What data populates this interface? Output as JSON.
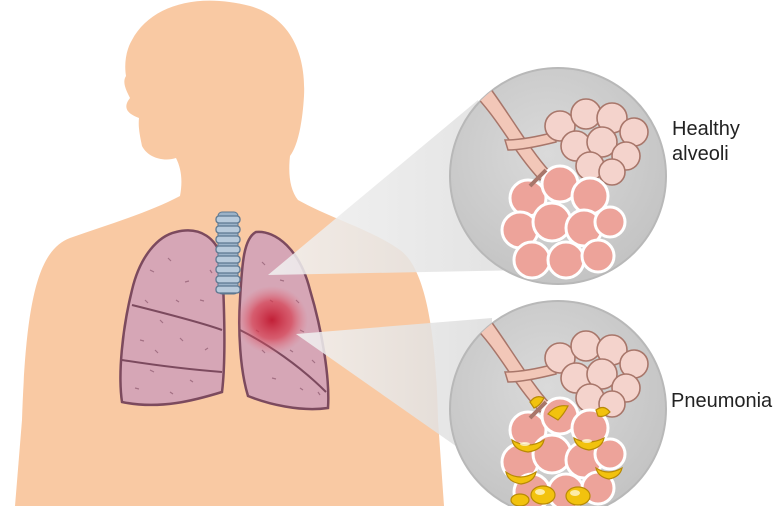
{
  "labels": {
    "healthy_line1": "Healthy",
    "healthy_line2": "alveoli",
    "pneumonia": "Pneumonia"
  },
  "colors": {
    "skin": "#f9c9a3",
    "lung": "#d6a6b6",
    "lung_outline": "#7c4a5e",
    "trachea": "#9bb2c8",
    "inflammation": "#c8283c",
    "alveoli_healthy": "#eda39a",
    "alveoli_pale": "#f4d3cc",
    "fluid": "#f2c20e",
    "circle_bg": "#cdcdcd",
    "beam": "#e4e4e4"
  }
}
